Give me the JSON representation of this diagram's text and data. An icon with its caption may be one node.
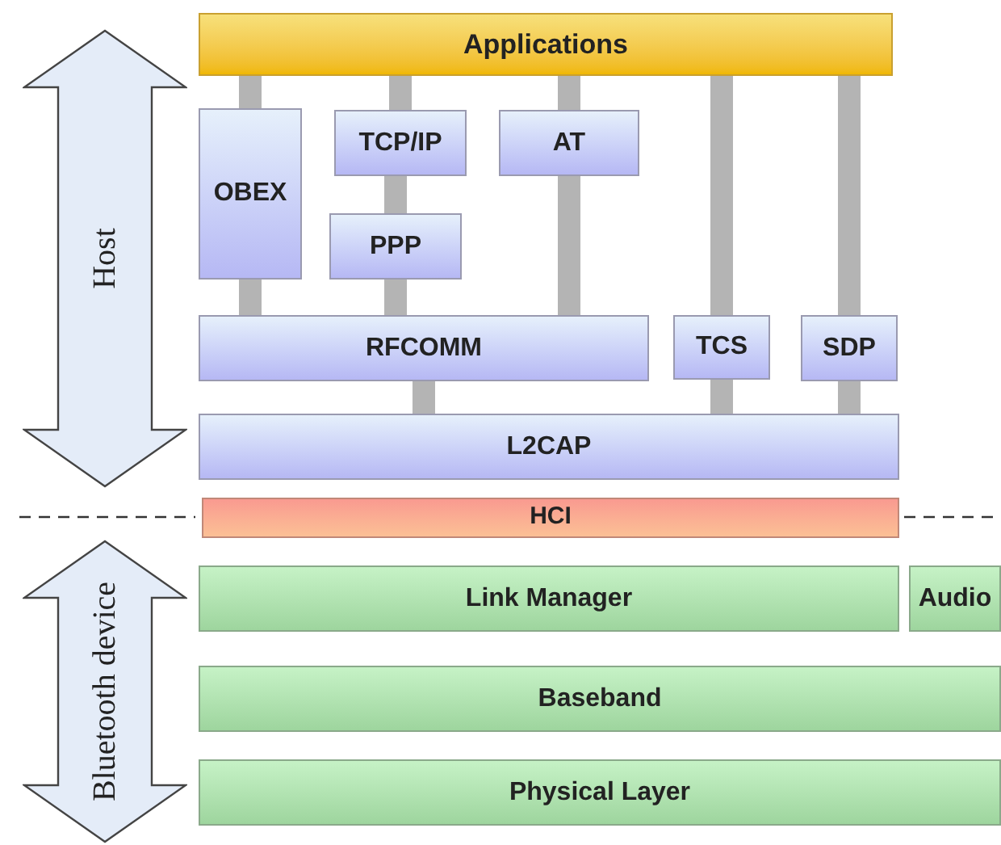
{
  "diagram": {
    "nodes": [
      {
        "text": [
          "Applications"
        ]
      },
      {
        "text": [
          "OBEX"
        ]
      },
      {
        "text": [
          "TCP/IP"
        ]
      },
      {
        "text": [
          "AT"
        ]
      },
      {
        "text": [
          "PPP"
        ]
      },
      {
        "text": [
          "RFCOMM"
        ]
      },
      {
        "text": [
          "TCS"
        ]
      },
      {
        "text": [
          "SDP"
        ]
      },
      {
        "text": [
          "L2CAP"
        ]
      },
      {
        "text": [
          "HCI"
        ]
      },
      {
        "text": [
          "Link Manager"
        ]
      },
      {
        "text": [
          "Audio"
        ]
      },
      {
        "text": [
          "Baseband"
        ]
      },
      {
        "text": [
          "Physical Layer"
        ]
      },
      {
        "text": [
          "Host"
        ]
      },
      {
        "text": [
          "Bluetooth device"
        ]
      }
    ],
    "edges": [
      {
        "from": 0,
        "to": 1,
        "arrow": "none"
      },
      {
        "from": 0,
        "to": 2,
        "arrow": "none"
      },
      {
        "from": 0,
        "to": 3,
        "arrow": "none"
      },
      {
        "from": 0,
        "to": 6,
        "arrow": "none"
      },
      {
        "from": 0,
        "to": 7,
        "arrow": "none"
      },
      {
        "from": 1,
        "to": 5,
        "arrow": "none"
      },
      {
        "from": 2,
        "to": 4,
        "arrow": "none"
      },
      {
        "from": 4,
        "to": 5,
        "arrow": "none"
      },
      {
        "from": 3,
        "to": 5,
        "arrow": "none"
      },
      {
        "from": 5,
        "to": 8,
        "arrow": "none"
      },
      {
        "from": 6,
        "to": 8,
        "arrow": "none"
      },
      {
        "from": 7,
        "to": 8,
        "arrow": "none"
      }
    ]
  }
}
